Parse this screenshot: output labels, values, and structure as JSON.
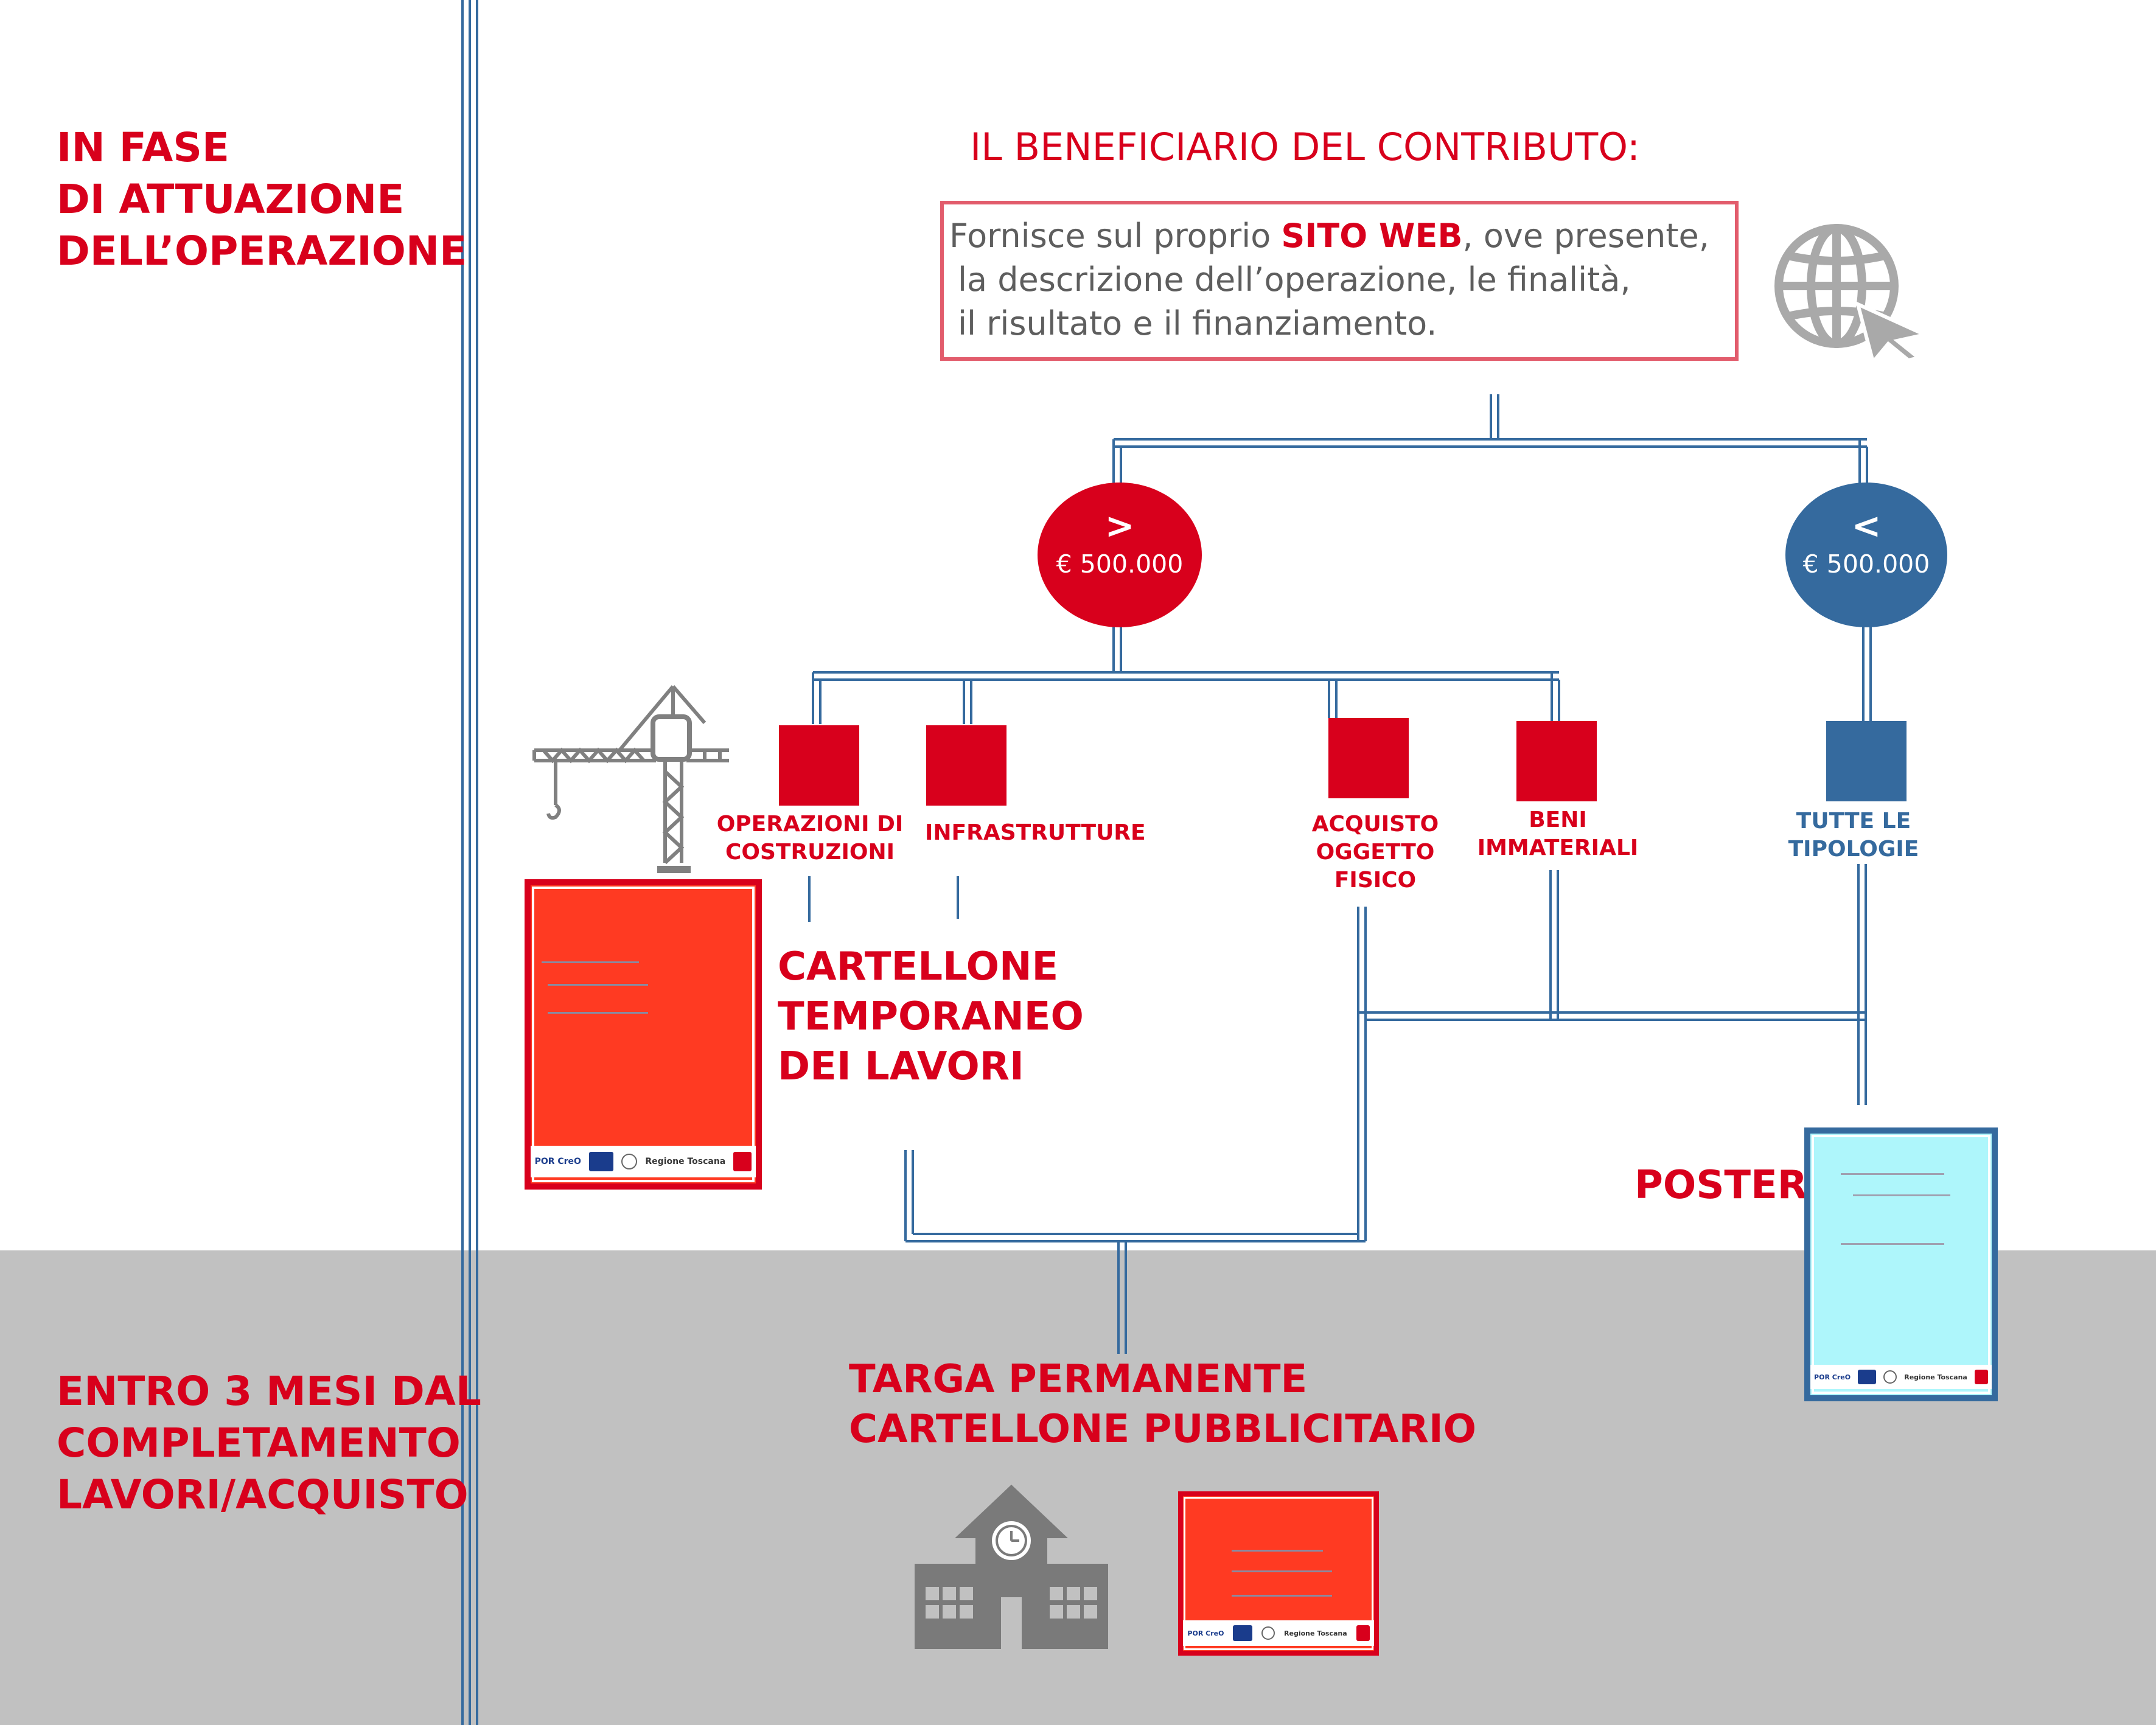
{
  "phases": {
    "during": [
      "IN FASE",
      "DI ATTUAZIONE",
      "DELL’OPERAZIONE"
    ],
    "after": [
      "ENTRO 3 MESI DAL",
      "COMPLETAMENTO",
      "LAVORI/ACQUISTO"
    ]
  },
  "beneficiary_title": "IL BENEFICIARIO DEL CONTRIBUTO:",
  "website_box": {
    "line1_before": "Fornisce sul proprio ",
    "line1_highlight": "SITO WEB",
    "line1_after": ", ove presente,",
    "line2": "la descrizione dell’operazione, le finalità,",
    "line3": "il risultato e il finanziamento."
  },
  "thresholds": {
    "greater": {
      "symbol": ">",
      "amount": "€ 500.000"
    },
    "less": {
      "symbol": "<",
      "amount": "€ 500.000"
    }
  },
  "categories": {
    "costruzioni": [
      "OPERAZIONI DI",
      "COSTRUZIONI"
    ],
    "infrastrutture": [
      "INFRASTRUTTURE"
    ],
    "acquisto": [
      "ACQUISTO",
      "OGGETTO",
      "FISICO"
    ],
    "beni": [
      "BENI",
      "IMMATERIALI"
    ],
    "tutte": [
      "TUTTE LE",
      "TIPOLOGIE"
    ]
  },
  "outputs": {
    "cartellone_temporaneo": [
      "CARTELLONE",
      "TEMPORANEO",
      "DEI LAVORI"
    ],
    "poster": "POSTER",
    "targa": [
      "TARGA PERMANENTE",
      "CARTELLONE PUBBLICITARIO"
    ]
  },
  "sign_footer": {
    "logo_text": "POR CreO",
    "region": "Regione Toscana"
  },
  "colors": {
    "red": "#d8001c",
    "blue": "#356a9e",
    "sign_red": "#ff3a22",
    "poster_blue": "#aef6fb",
    "icon_gray": "#7a7a7a",
    "gray_band": "#c1c1c1"
  },
  "icons": [
    "globe-cursor-icon",
    "crane-icon",
    "school-building-icon"
  ]
}
